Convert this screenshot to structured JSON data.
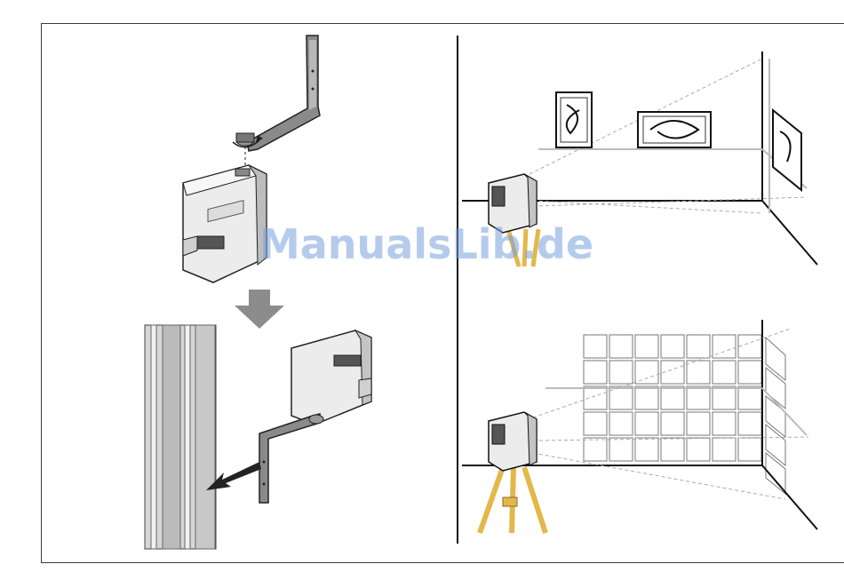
{
  "watermark": {
    "text": "ManualsLib.de",
    "color": "#7aa0dc"
  },
  "figures": {
    "top_left": {
      "icon": "wall-bracket-mount-illustration"
    },
    "bottom_left": {
      "icon": "pole-mount-illustration"
    },
    "top_right": {
      "icon": "laser-level-room-pictures-illustration"
    },
    "bottom_right": {
      "icon": "laser-level-tile-grid-illustration"
    }
  }
}
